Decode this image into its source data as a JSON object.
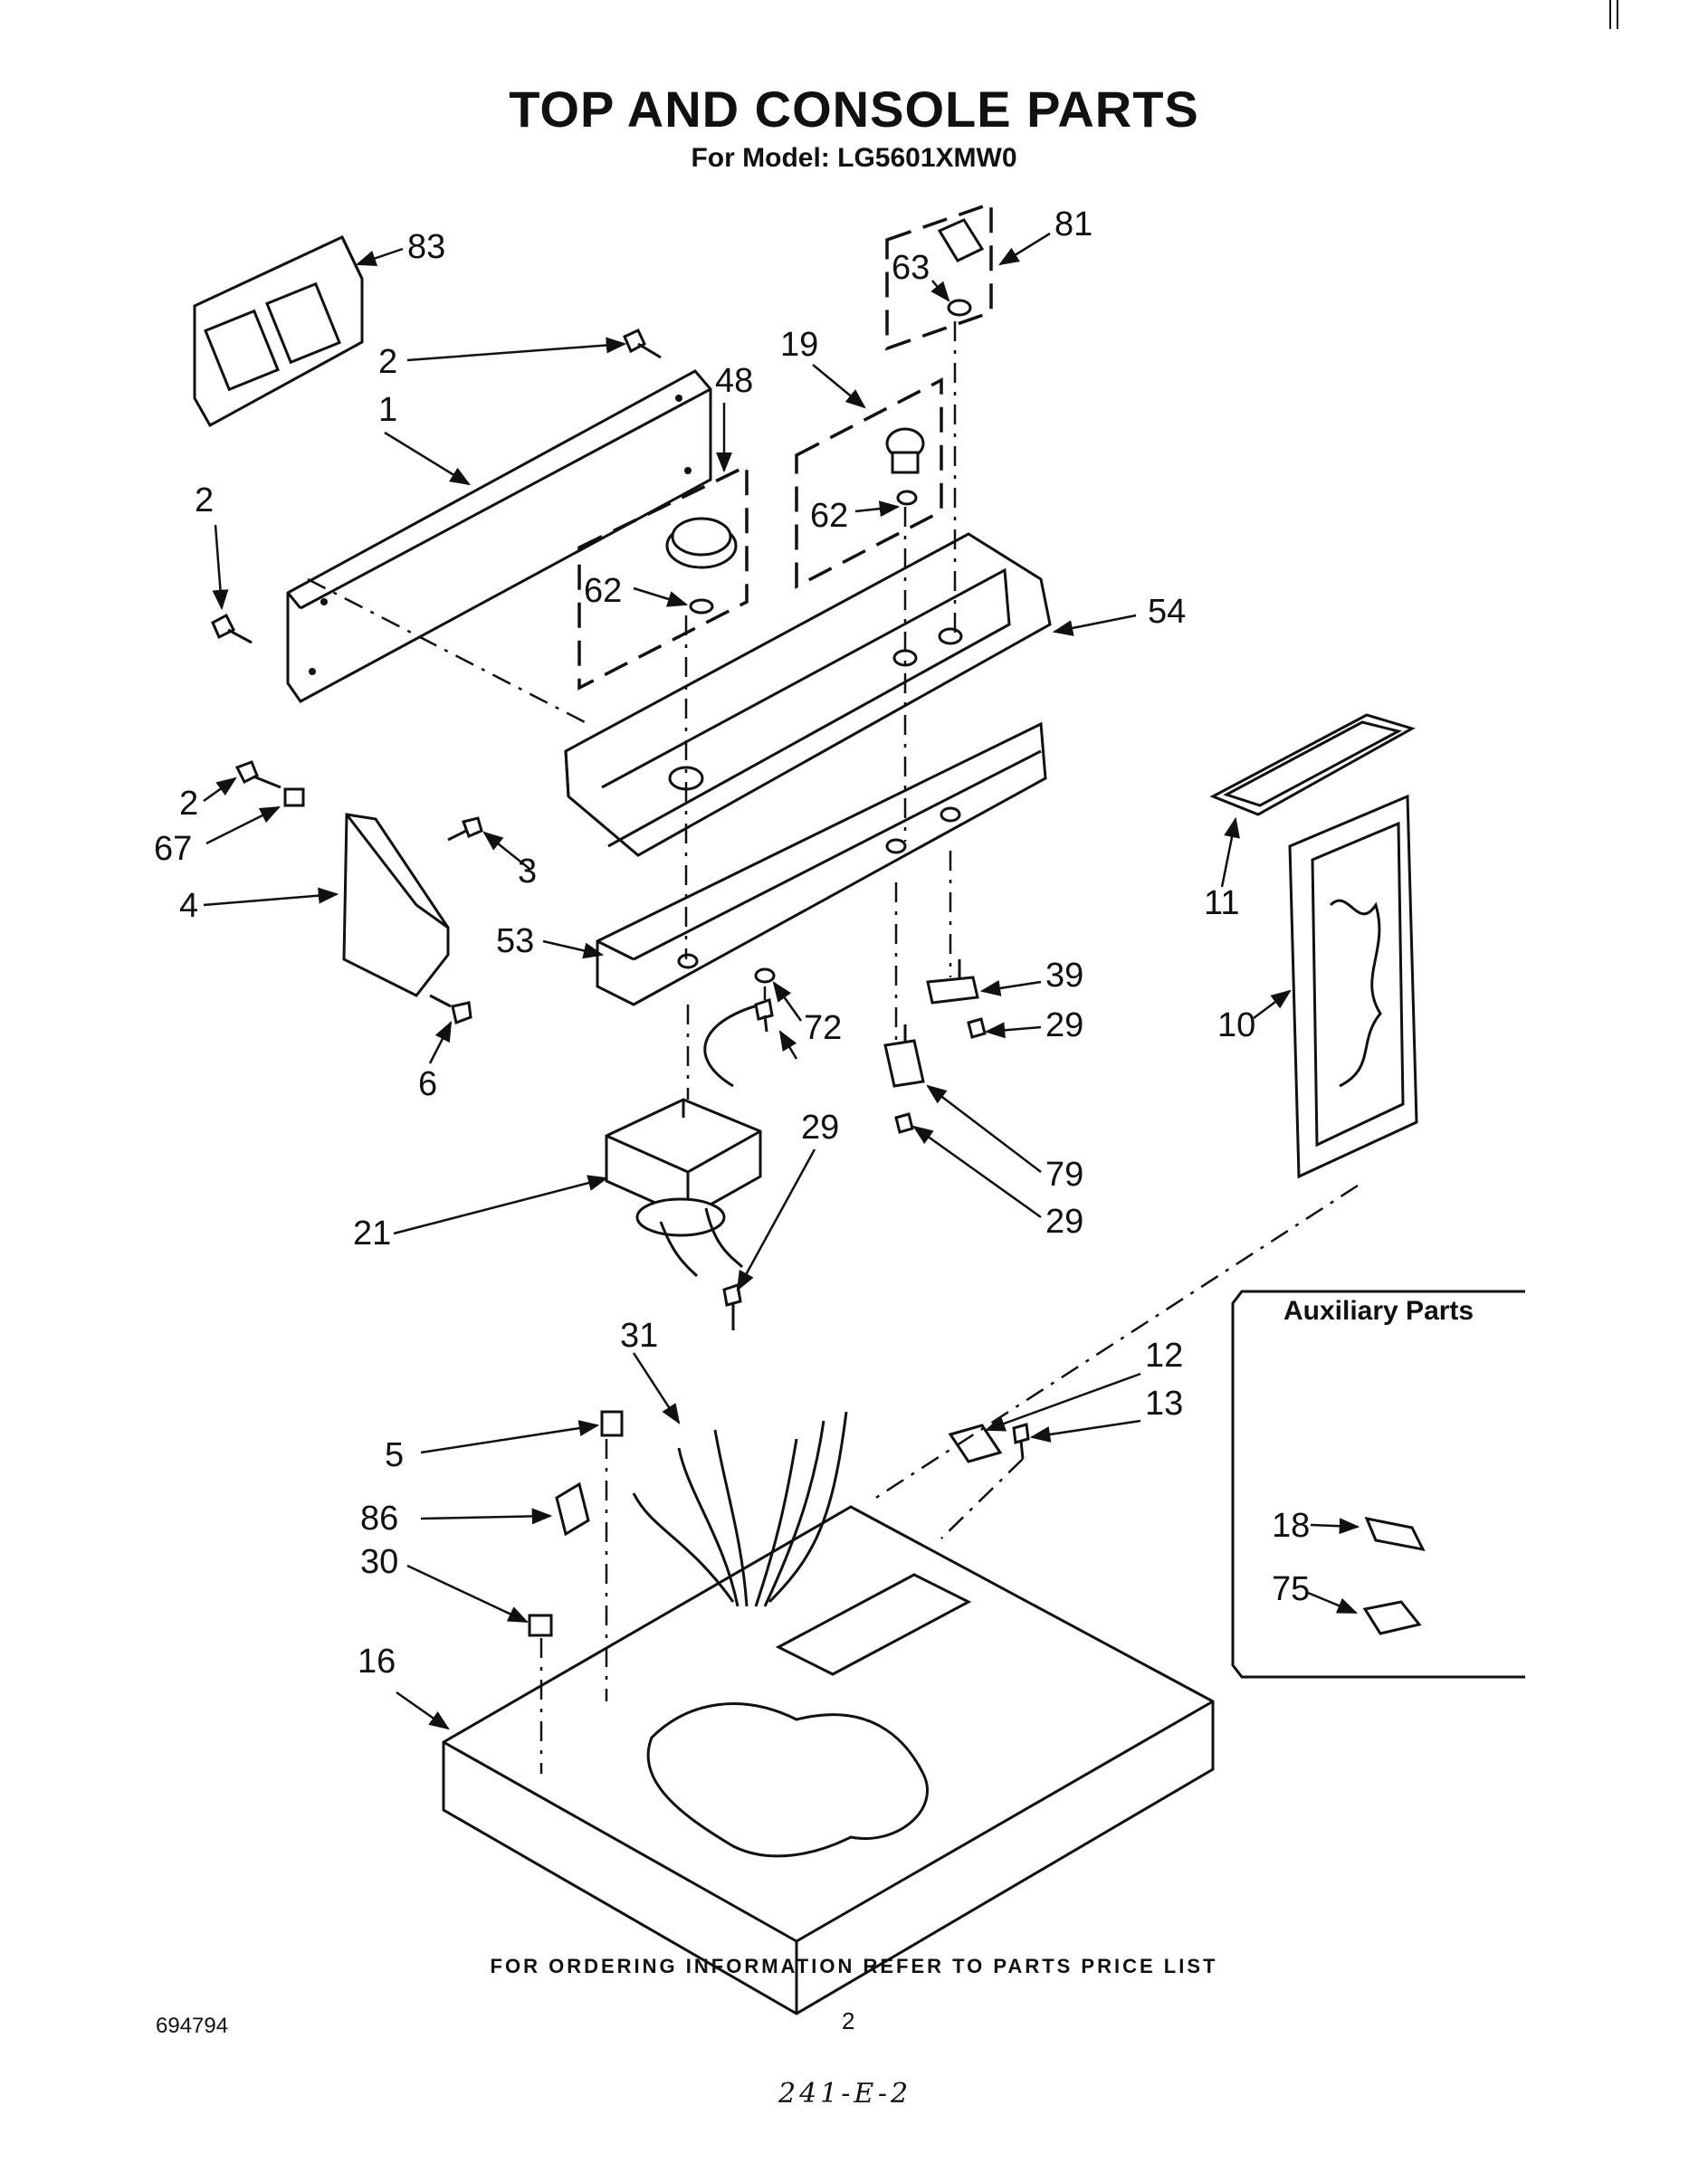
{
  "page": {
    "title": "TOP AND CONSOLE PARTS",
    "subtitle": "For Model: LG5601XMW0",
    "footer": "FOR ORDERING INFORMATION REFER TO PARTS PRICE LIST",
    "doc_number": "694794",
    "page_number": "2",
    "handwritten_note": "241-E-2"
  },
  "auxiliary": {
    "title": "Auxiliary Parts"
  },
  "callouts": {
    "c83": "83",
    "c81": "81",
    "c63": "63",
    "c2a": "2",
    "c1": "1",
    "c48": "48",
    "c19": "19",
    "c2b": "2",
    "c62a": "62",
    "c62b": "62",
    "c54": "54",
    "c2c": "2",
    "c67": "67",
    "c3": "3",
    "c4": "4",
    "c53": "53",
    "c6": "6",
    "c72": "72",
    "c39": "39",
    "c29a": "29",
    "c11": "11",
    "c10": "10",
    "c29b": "29",
    "c79": "79",
    "c21": "21",
    "c29c": "29",
    "c31": "31",
    "c12": "12",
    "c13": "13",
    "c5": "5",
    "c86": "86",
    "c30": "30",
    "c16": "16",
    "c18": "18",
    "c75": "75"
  }
}
